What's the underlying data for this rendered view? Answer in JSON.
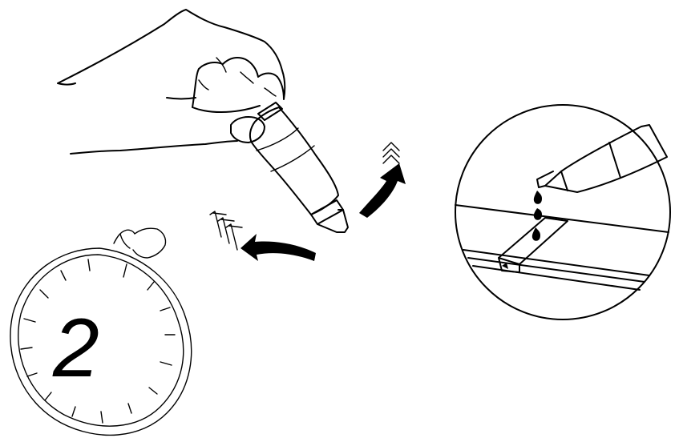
{
  "timer": {
    "numeral": "2"
  },
  "colors": {
    "ink": "#000000",
    "paper": "#ffffff"
  },
  "icons": {
    "hand": "hand-holding-glue-bottle",
    "tilt_arrow_left": "curved-arrow-left-icon",
    "tilt_arrow_up": "curved-arrow-up-icon",
    "detail": "glue-drops-on-joint",
    "stopwatch": "stopwatch-icon"
  }
}
